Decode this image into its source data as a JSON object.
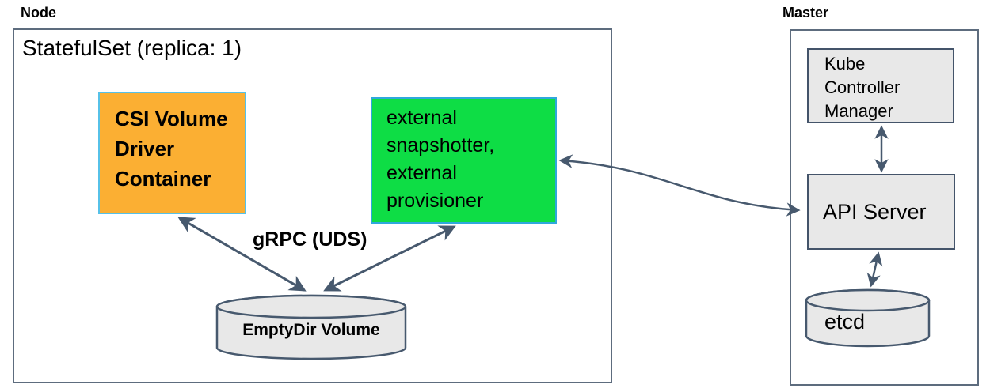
{
  "colors": {
    "slate": "#47596e",
    "outer_border": "#5d6c7e",
    "gray_fill": "#e8e8e8",
    "gray_border": "#44546a",
    "orange_fill": "#fbaf33",
    "orange_border": "#56c1e8",
    "green_fill": "#0edd45",
    "green_border": "#2fa8dc"
  },
  "node": {
    "title": "Node",
    "statefulset": "StatefulSet (replica: 1)",
    "csi_driver": "CSI Volume\nDriver\nContainer",
    "external": "external\nsnapshotter,\nexternal\nprovisioner",
    "grpc": "gRPC (UDS)",
    "emptydir": "EmptyDir Volume"
  },
  "master": {
    "title": "Master",
    "kube_controller_manager": "Kube\nController\nManager",
    "api_server": "API Server",
    "etcd": "etcd"
  }
}
